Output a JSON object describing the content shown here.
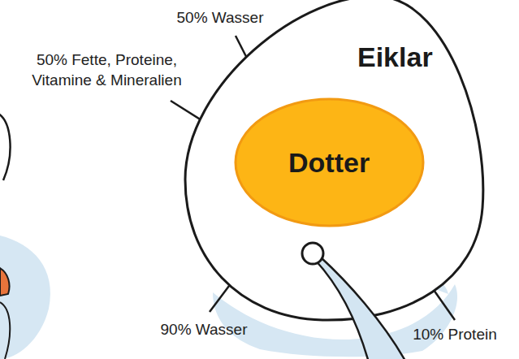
{
  "diagram": {
    "nodes": [
      {
        "text": [
          "Eiklar"
        ]
      },
      {
        "text": [
          "Dotter"
        ],
        "in": 0
      }
    ],
    "labels": [
      "50% Wasser",
      "50% Fette, Proteine, Vitamine & Mineralien",
      "90% Wasser",
      "10% Protein"
    ]
  }
}
